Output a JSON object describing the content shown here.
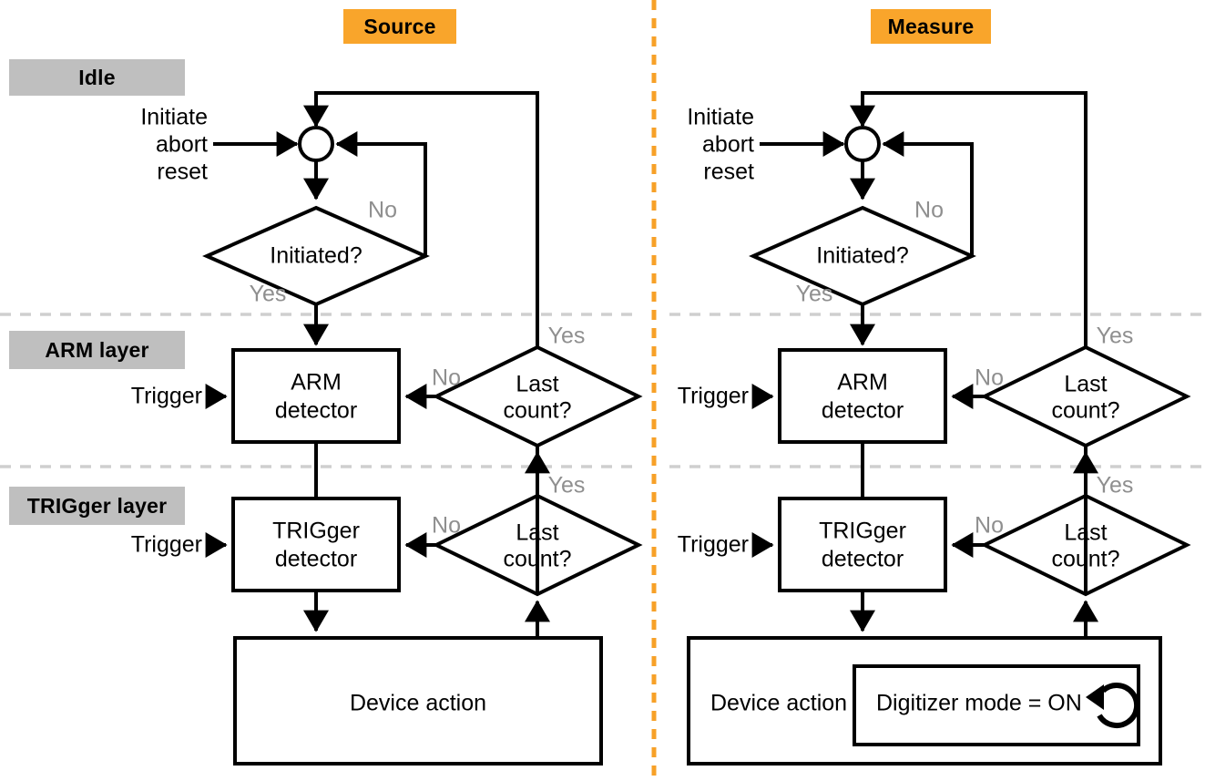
{
  "headers": [
    {
      "label": "Source",
      "color": "#F9A52B"
    },
    {
      "label": "Measure",
      "color": "#F9A52B"
    }
  ],
  "layers": [
    {
      "label": "Idle",
      "color": "#bfbfbf"
    },
    {
      "label": "ARM layer",
      "color": "#bfbfbf"
    },
    {
      "label": "TRIGger layer",
      "color": "#bfbfbf"
    }
  ],
  "panels": {
    "source": {
      "title": "Source",
      "inputs": {
        "idle_input_line1": "Initiate",
        "idle_input_line2": "abort",
        "idle_input_line3": "reset",
        "arm_trigger": "Trigger",
        "trig_trigger": "Trigger"
      },
      "nodes": {
        "junction": "junction-circle",
        "initiated": "Initiated?",
        "arm_detector_line1": "ARM",
        "arm_detector_line2": "detector",
        "trig_detector_line1": "TRIGger",
        "trig_detector_line2": "detector",
        "arm_last_count_line1": "Last",
        "arm_last_count_line2": "count?",
        "trig_last_count_line1": "Last",
        "trig_last_count_line2": "count?",
        "device_action": "Device action"
      },
      "edge_labels": {
        "initiated_no": "No",
        "initiated_yes": "Yes",
        "arm_last_no": "No",
        "arm_last_yes": "Yes",
        "trig_last_no": "No",
        "trig_last_yes": "Yes"
      }
    },
    "measure": {
      "title": "Measure",
      "inputs": {
        "idle_input_line1": "Initiate",
        "idle_input_line2": "abort",
        "idle_input_line3": "reset",
        "arm_trigger": "Trigger",
        "trig_trigger": "Trigger"
      },
      "nodes": {
        "junction": "junction-circle",
        "initiated": "Initiated?",
        "arm_detector_line1": "ARM",
        "arm_detector_line2": "detector",
        "trig_detector_line1": "TRIGger",
        "trig_detector_line2": "detector",
        "arm_last_count_line1": "Last",
        "arm_last_count_line2": "count?",
        "trig_last_count_line1": "Last",
        "trig_last_count_line2": "count?",
        "device_action": "Device action",
        "digitizer_mode": "Digitizer mode = ON",
        "digitizer_icon": "loop-arrow-icon"
      },
      "edge_labels": {
        "initiated_no": "No",
        "initiated_yes": "Yes",
        "arm_last_no": "No",
        "arm_last_yes": "Yes",
        "trig_last_no": "No",
        "trig_last_yes": "Yes"
      }
    }
  },
  "colors": {
    "accent_orange": "#F9A52B",
    "layer_gray": "#bfbfbf",
    "edge_label_gray": "#8f8f8f",
    "line_black": "#000000",
    "divider_gray": "#cfcfcf",
    "background": "#ffffff"
  }
}
